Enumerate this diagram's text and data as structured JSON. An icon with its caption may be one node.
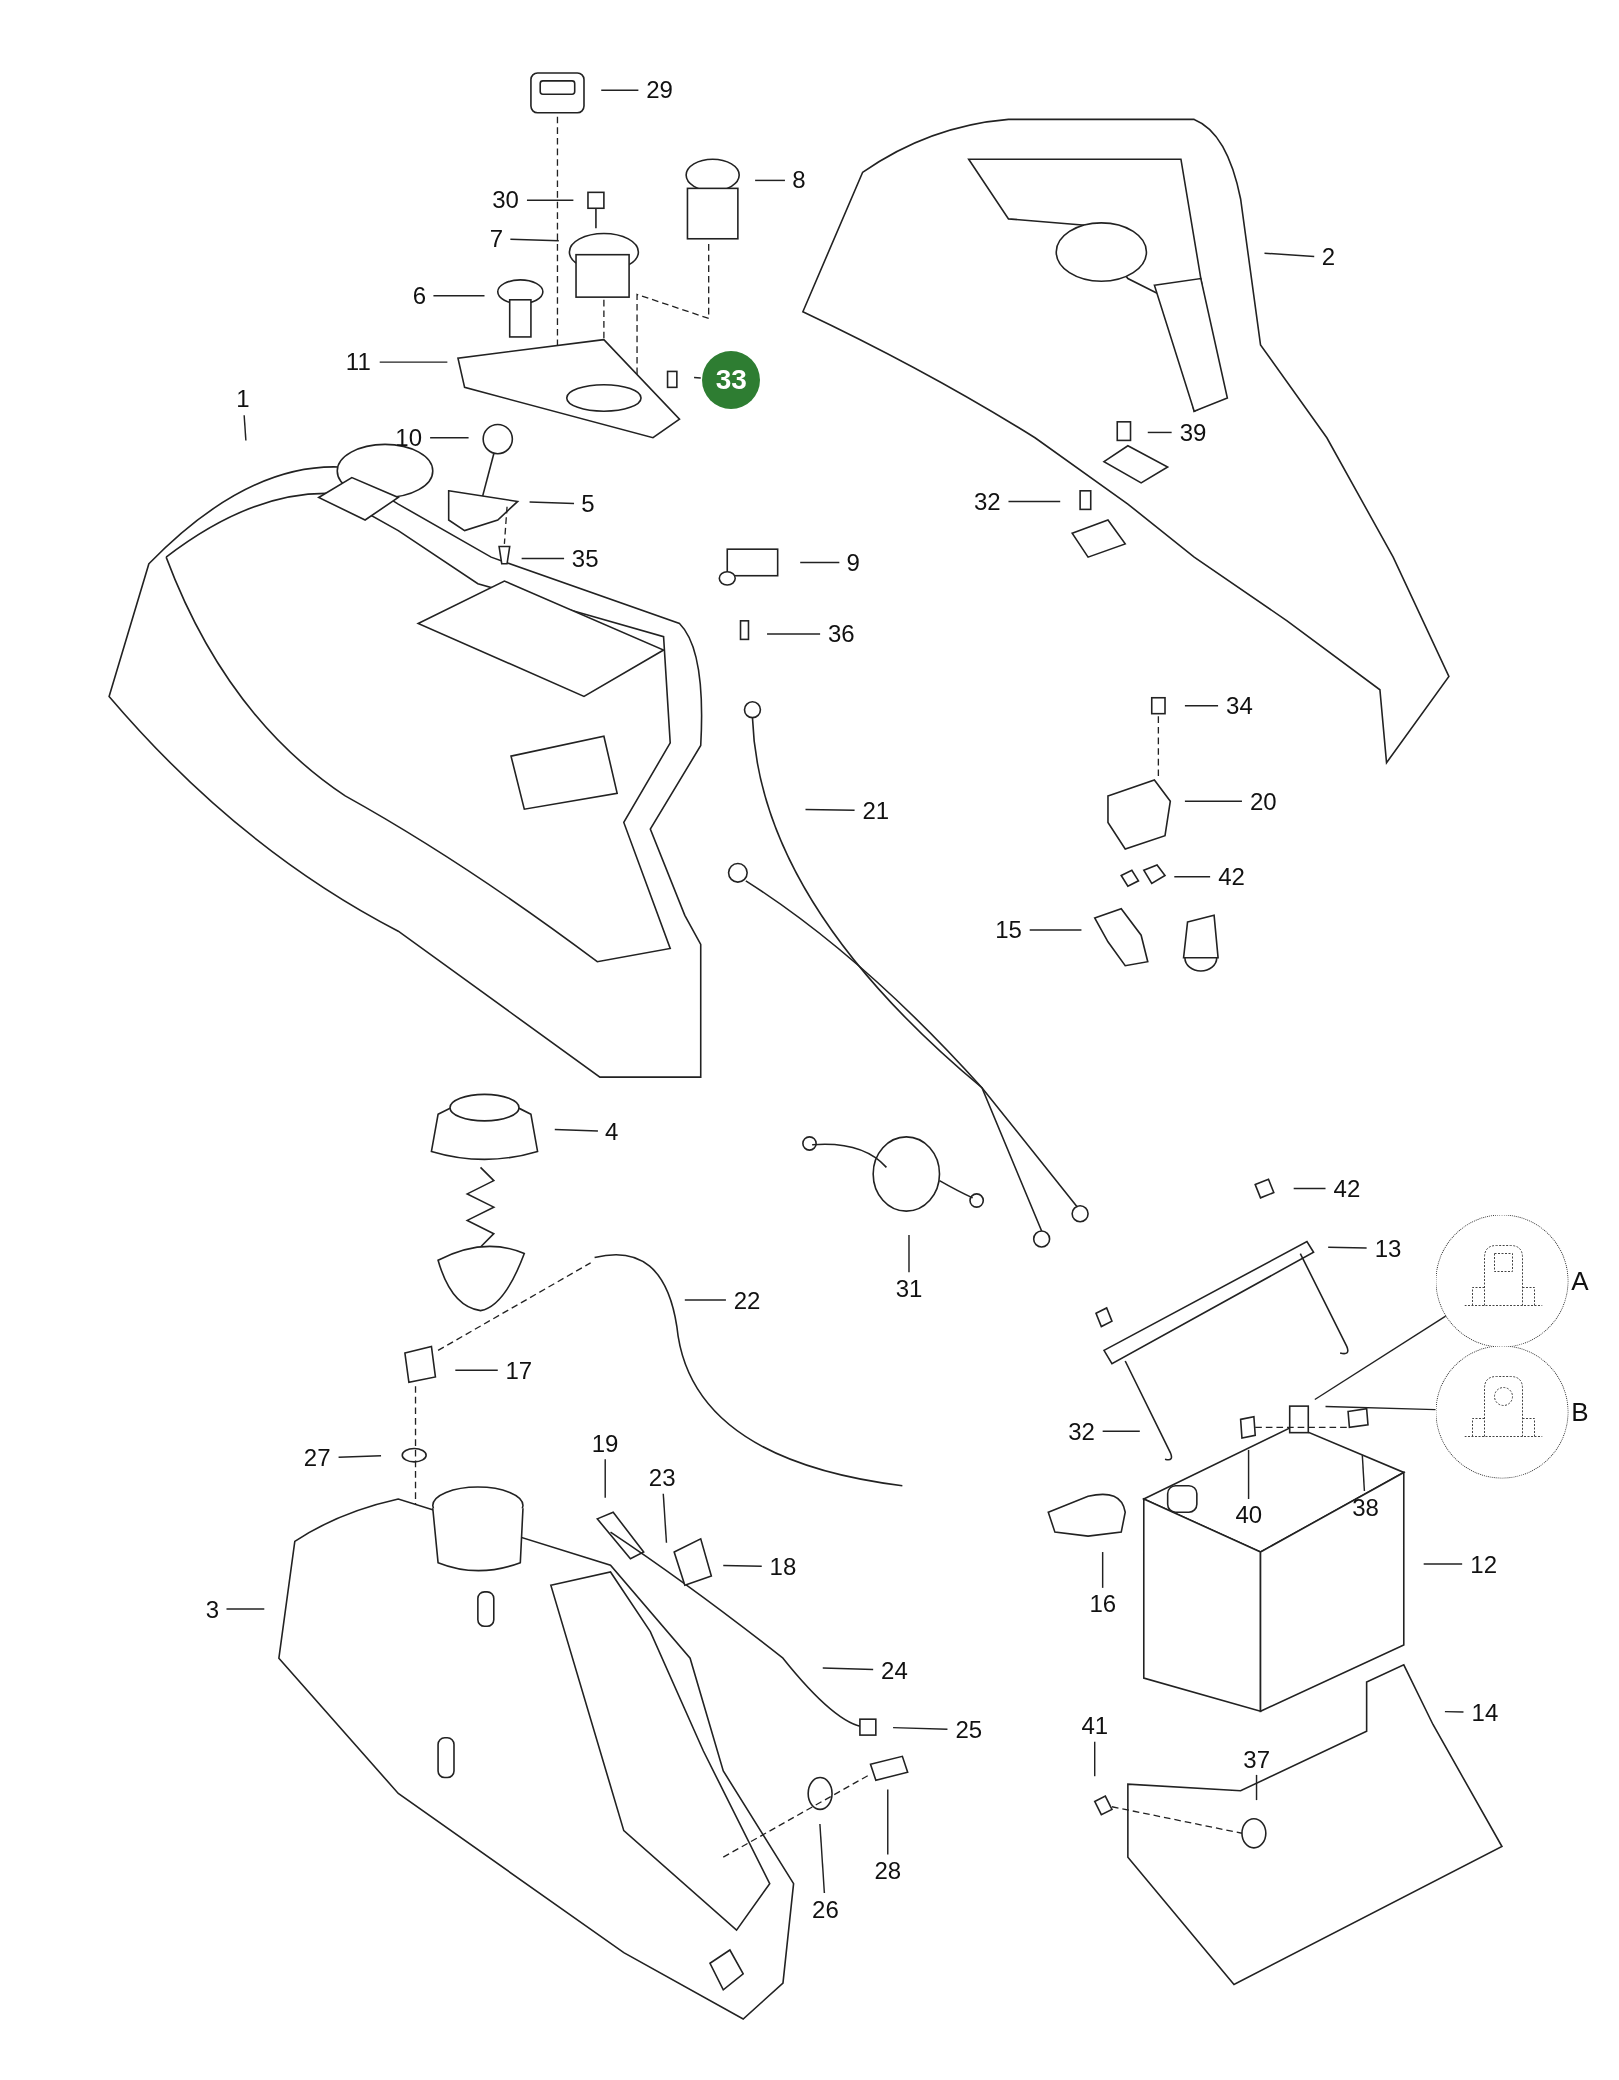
{
  "diagram": {
    "nodes": [
      {
        "text": [
          "29"
        ]
      },
      {
        "text": [
          "8"
        ]
      },
      {
        "text": [
          "30"
        ]
      },
      {
        "text": [
          "7"
        ]
      },
      {
        "text": [
          "2"
        ]
      },
      {
        "text": [
          "6"
        ]
      },
      {
        "text": [
          "11"
        ]
      },
      {
        "text": [
          "33"
        ]
      },
      {
        "text": [
          "1"
        ]
      },
      {
        "text": [
          "10"
        ]
      },
      {
        "text": [
          "39"
        ]
      },
      {
        "text": [
          "5"
        ]
      },
      {
        "text": [
          "32"
        ]
      },
      {
        "text": [
          "35"
        ]
      },
      {
        "text": [
          "9"
        ]
      },
      {
        "text": [
          "36"
        ]
      },
      {
        "text": [
          "34"
        ]
      },
      {
        "text": [
          "20"
        ]
      },
      {
        "text": [
          "21"
        ]
      },
      {
        "text": [
          "42"
        ]
      },
      {
        "text": [
          "15"
        ]
      },
      {
        "text": [
          "4"
        ]
      },
      {
        "text": [
          "42"
        ]
      },
      {
        "text": [
          "13"
        ]
      },
      {
        "text": [],
        "shape": "circle",
        "beside": [
          "A"
        ]
      },
      {
        "text": [
          "31"
        ]
      },
      {
        "text": [
          "22"
        ]
      },
      {
        "text": [
          "17"
        ]
      },
      {
        "text": [],
        "shape": "circle",
        "beside": [
          "B"
        ]
      },
      {
        "text": [
          "32"
        ]
      },
      {
        "text": [
          "19"
        ]
      },
      {
        "text": [
          "27"
        ]
      },
      {
        "text": [
          "23"
        ]
      },
      {
        "text": [
          "40"
        ]
      },
      {
        "text": [
          "38"
        ]
      },
      {
        "text": [
          "12"
        ]
      },
      {
        "text": [
          "18"
        ]
      },
      {
        "text": [
          "3"
        ]
      },
      {
        "text": [
          "16"
        ]
      },
      {
        "text": [
          "24"
        ]
      },
      {
        "text": [
          "14"
        ]
      },
      {
        "text": [
          "25"
        ]
      },
      {
        "text": [
          "41"
        ]
      },
      {
        "text": [
          "37"
        ]
      },
      {
        "text": [
          "28"
        ]
      },
      {
        "text": [
          "26"
        ]
      }
    ],
    "edges": [
      {
        "from": 0,
        "to": null,
        "arrow": "none"
      },
      {
        "from": 1,
        "to": null,
        "arrow": "none"
      },
      {
        "from": 2,
        "to": null,
        "arrow": "none"
      },
      {
        "from": 3,
        "to": null,
        "arrow": "none"
      },
      {
        "from": 4,
        "to": null,
        "arrow": "none"
      },
      {
        "from": 5,
        "to": null,
        "arrow": "none"
      },
      {
        "from": 6,
        "to": null,
        "arrow": "none"
      },
      {
        "from": 7,
        "to": null,
        "arrow": "none"
      },
      {
        "from": 8,
        "to": null,
        "arrow": "none"
      },
      {
        "from": 9,
        "to": null,
        "arrow": "none"
      },
      {
        "from": 10,
        "to": null,
        "arrow": "none"
      },
      {
        "from": 11,
        "to": null,
        "arrow": "none"
      },
      {
        "from": 12,
        "to": null,
        "arrow": "none"
      },
      {
        "from": 13,
        "to": null,
        "arrow": "none"
      },
      {
        "from": 14,
        "to": null,
        "arrow": "none"
      },
      {
        "from": 15,
        "to": null,
        "arrow": "none"
      },
      {
        "from": 16,
        "to": null,
        "arrow": "none"
      },
      {
        "from": 17,
        "to": null,
        "arrow": "none"
      },
      {
        "from": 18,
        "to": null,
        "arrow": "none"
      },
      {
        "from": 19,
        "to": null,
        "arrow": "none"
      },
      {
        "from": 20,
        "to": null,
        "arrow": "none"
      },
      {
        "from": 21,
        "to": null,
        "arrow": "none"
      },
      {
        "from": 22,
        "to": null,
        "arrow": "none"
      },
      {
        "from": 23,
        "to": null,
        "arrow": "none"
      },
      {
        "from": 24,
        "to": null,
        "arrow": "none"
      },
      {
        "from": 25,
        "to": null,
        "arrow": "none"
      },
      {
        "from": 26,
        "to": null,
        "arrow": "none"
      },
      {
        "from": 27,
        "to": null,
        "arrow": "none"
      },
      {
        "from": 28,
        "to": null,
        "arrow": "none"
      },
      {
        "from": 29,
        "to": null,
        "arrow": "none"
      },
      {
        "from": 30,
        "to": null,
        "arrow": "none"
      },
      {
        "from": 31,
        "to": null,
        "arrow": "none"
      },
      {
        "from": 32,
        "to": null,
        "arrow": "none"
      },
      {
        "from": 33,
        "to": null,
        "arrow": "none"
      },
      {
        "from": 34,
        "to": null,
        "arrow": "none"
      },
      {
        "from": 35,
        "to": null,
        "arrow": "none"
      },
      {
        "from": 36,
        "to": null,
        "arrow": "none"
      },
      {
        "from": 37,
        "to": null,
        "arrow": "none"
      },
      {
        "from": 38,
        "to": null,
        "arrow": "none"
      },
      {
        "from": 39,
        "to": null,
        "arrow": "none"
      },
      {
        "from": 40,
        "to": null,
        "arrow": "none"
      },
      {
        "from": 41,
        "to": null,
        "arrow": "none"
      },
      {
        "from": 42,
        "to": null,
        "arrow": "none"
      },
      {
        "from": 43,
        "to": null,
        "arrow": "none"
      },
      {
        "from": 44,
        "to": null,
        "arrow": "none"
      },
      {
        "from": 45,
        "to": null,
        "arrow": "none"
      }
    ]
  }
}
